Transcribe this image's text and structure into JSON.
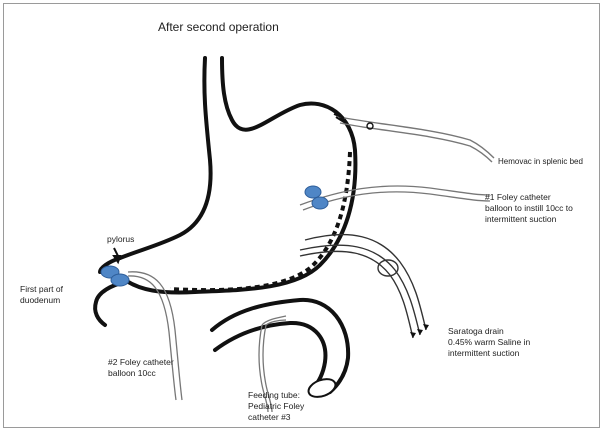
{
  "title": "After second operation",
  "labels": {
    "pylorus": "pylorus",
    "first_part_duodenum": "First part of\nduodenum",
    "hemovac": "Hemovac in splenic bed",
    "foley1": "#1 Foley catheter\nballoon to instill 10cc to\nintermittent suction",
    "saratoga": "Saratoga drain\n0.45% warm Saline in\nintermittent suction",
    "foley2": "#2 Foley catheter\nballoon 10cc",
    "feeding_tube": "Feeding tube:\nPediatric Foley\ncatheter #3"
  },
  "colors": {
    "outline": "#111111",
    "balloon": "#4f86c6",
    "balloon_stroke": "#2d5d99",
    "tube": "#777777",
    "frame": "#9a9a9a"
  }
}
